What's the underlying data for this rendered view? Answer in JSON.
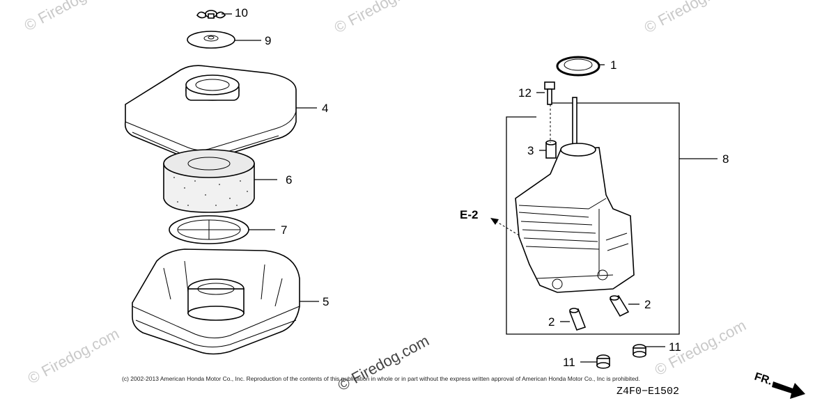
{
  "callouts": [
    {
      "id": "10",
      "label": "10"
    },
    {
      "id": "9",
      "label": "9"
    },
    {
      "id": "4",
      "label": "4"
    },
    {
      "id": "6",
      "label": "6"
    },
    {
      "id": "7",
      "label": "7"
    },
    {
      "id": "5",
      "label": "5"
    },
    {
      "id": "1",
      "label": "1"
    },
    {
      "id": "12",
      "label": "12"
    },
    {
      "id": "3",
      "label": "3"
    },
    {
      "id": "8",
      "label": "8"
    },
    {
      "id": "2a",
      "label": "2"
    },
    {
      "id": "2b",
      "label": "2"
    },
    {
      "id": "11a",
      "label": "11"
    },
    {
      "id": "11b",
      "label": "11"
    }
  ],
  "reference": "E-2",
  "watermark": "© Firedog.com",
  "copyright": "(c) 2002-2013 American Honda Motor Co., Inc. Reproduction of the contents of this publication in whole or in part without the express written approval of American Honda Motor Co., Inc is prohibited.",
  "diagram_code": "Z4F0−E1502",
  "front_label": "FR."
}
